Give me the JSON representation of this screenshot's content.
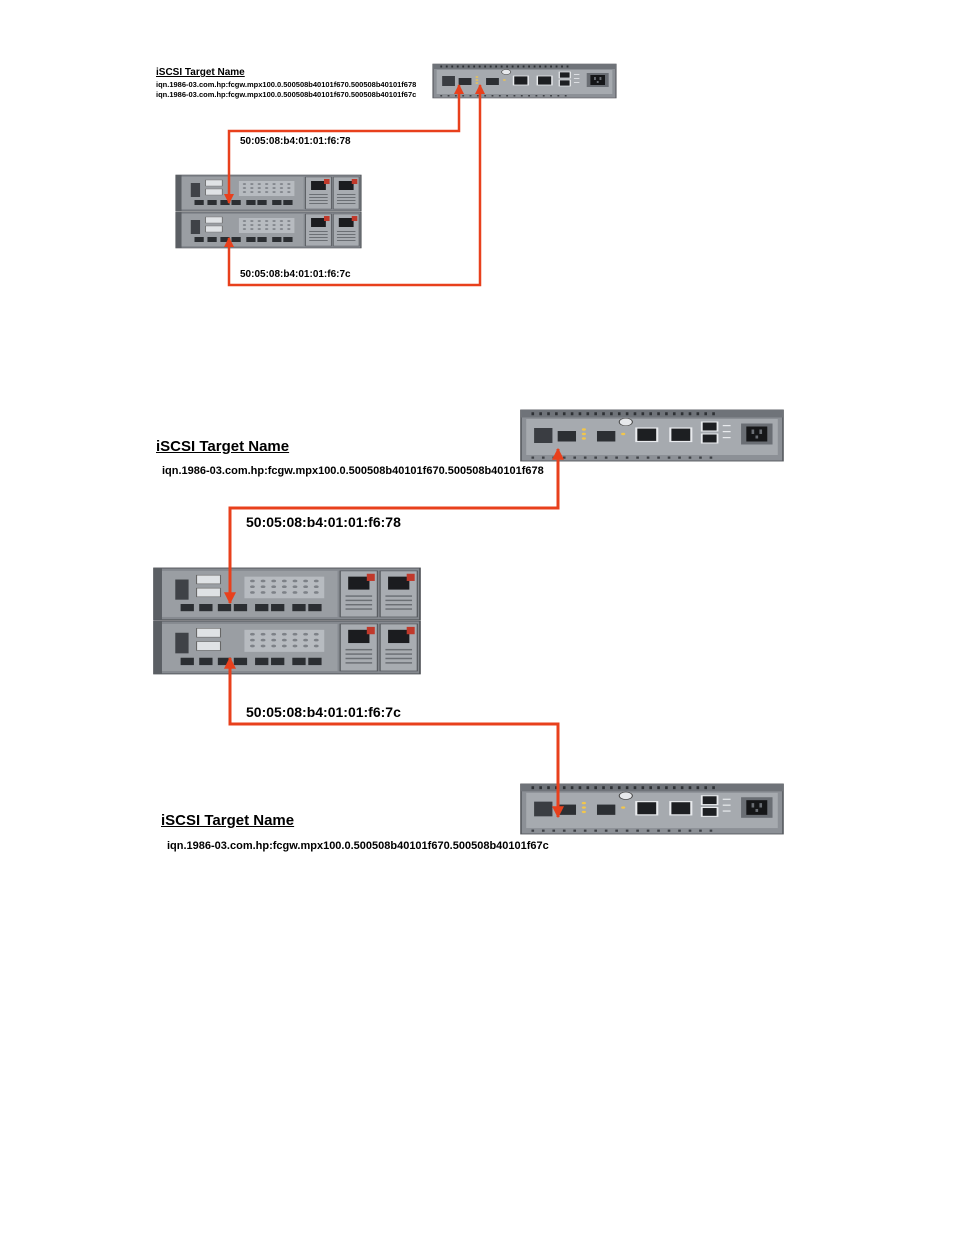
{
  "top_diagram": {
    "heading": "iSCSI Target Name",
    "iqn_lines": [
      "iqn.1986-03.com.hp:fcgw.mpx100.0.500508b40101f670.500508b40101f678",
      "iqn.1986-03.com.hp:fcgw.mpx100.0.500508b40101f670.500508b40101f67c"
    ],
    "wwn_upper": "50:05:08:b4:01:01:f6:78",
    "wwn_lower": "50:05:08:b4:01:01:f6:7c"
  },
  "middle_diagram": {
    "heading": "iSCSI Target Name",
    "iqn_line": "iqn.1986-03.com.hp:fcgw.mpx100.0.500508b40101f670.500508b40101f678",
    "wwn_upper": "50:05:08:b4:01:01:f6:78",
    "wwn_lower": "50:05:08:b4:01:01:f6:7c"
  },
  "bottom_diagram": {
    "heading": "iSCSI Target Name",
    "iqn_line": "iqn.1986-03.com.hp:fcgw.mpx100.0.500508b40101f670.500508b40101f67c"
  },
  "colors": {
    "link": "#e8401c",
    "device_body": "#8c9096",
    "device_dark": "#3a3d42",
    "device_light": "#c9cdd2"
  },
  "icons": {
    "router": "hp-mpx100-router-icon",
    "storage": "storage-controller-icon",
    "arrow": "arrowhead-icon"
  }
}
